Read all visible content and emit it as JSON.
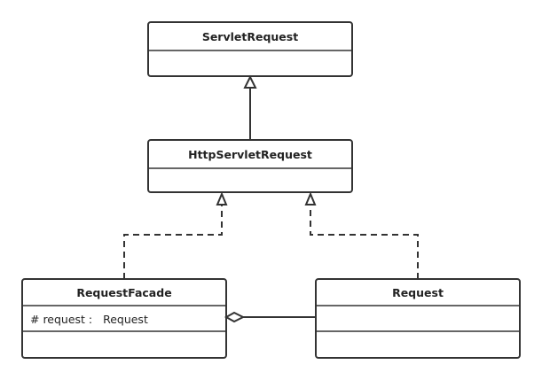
{
  "diagram": {
    "classes": {
      "servlet_request": {
        "name": "ServletRequest",
        "attributes": []
      },
      "http_servlet_request": {
        "name": "HttpServletRequest",
        "attributes": []
      },
      "request_facade": {
        "name": "RequestFacade",
        "attributes": [
          "# request :   Request"
        ]
      },
      "request": {
        "name": "Request",
        "attributes": []
      }
    },
    "relationships": [
      {
        "from": "HttpServletRequest",
        "to": "ServletRequest",
        "kind": "generalization"
      },
      {
        "from": "RequestFacade",
        "to": "HttpServletRequest",
        "kind": "realization"
      },
      {
        "from": "Request",
        "to": "HttpServletRequest",
        "kind": "realization"
      },
      {
        "from": "RequestFacade",
        "to": "Request",
        "kind": "aggregation"
      }
    ],
    "colors": {
      "stroke": "#333333",
      "text": "#222222",
      "background": "#ffffff"
    }
  }
}
